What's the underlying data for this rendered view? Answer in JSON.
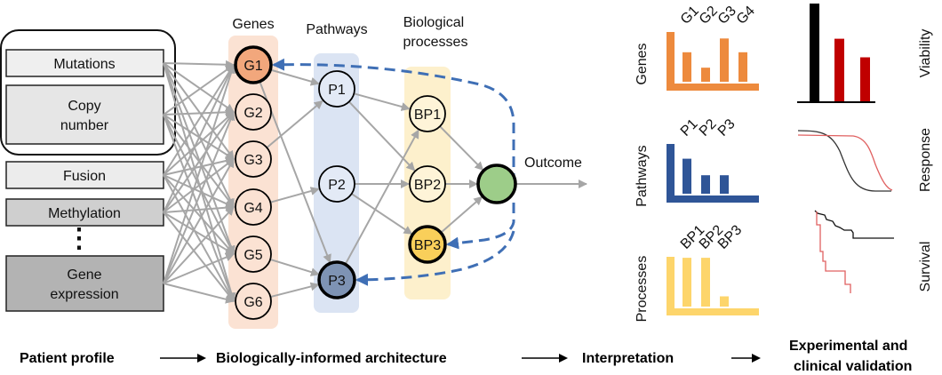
{
  "title": "Biologically-informed neural network workflow",
  "inputs": [
    {
      "id": "mutations",
      "label": [
        "Mutations"
      ],
      "fill": "#efefef"
    },
    {
      "id": "copy-number",
      "label": [
        "Copy",
        "number"
      ],
      "fill": "#e6e6e6"
    },
    {
      "id": "fusion",
      "label": [
        "Fusion"
      ],
      "fill": "#ececec"
    },
    {
      "id": "methylation",
      "label": [
        "Methylation"
      ],
      "fill": "#cfcfcf"
    },
    {
      "id": "gene-expression",
      "label": [
        "Gene",
        "expression"
      ],
      "fill": "#b3b3b3"
    }
  ],
  "ellipsis": "⋮",
  "columns": {
    "genes": {
      "header": [
        "Genes"
      ],
      "band_color": "#fbe2d3"
    },
    "pathways": {
      "header": [
        "Pathways"
      ],
      "band_color": "#dbe4f3"
    },
    "processes": {
      "header": [
        "Biological",
        "processes"
      ],
      "band_color": "#fdf0cc"
    }
  },
  "nodes": {
    "genes": [
      {
        "label": "G1",
        "fill": "#f2a77c",
        "highlight": true
      },
      {
        "label": "G2",
        "fill": "#fbe2d3",
        "highlight": false
      },
      {
        "label": "G3",
        "fill": "#fbe2d3",
        "highlight": false
      },
      {
        "label": "G4",
        "fill": "#fbe2d3",
        "highlight": false
      },
      {
        "label": "G5",
        "fill": "#fbe2d3",
        "highlight": false
      },
      {
        "label": "G6",
        "fill": "#fbe2d3",
        "highlight": false
      }
    ],
    "pathways": [
      {
        "label": "P1",
        "fill": "#e3eaf6",
        "highlight": false
      },
      {
        "label": "P2",
        "fill": "#e3eaf6",
        "highlight": false
      },
      {
        "label": "P3",
        "fill": "#7e93b4",
        "highlight": true
      }
    ],
    "processes": [
      {
        "label": "BP1",
        "fill": "#fef4d8",
        "highlight": false
      },
      {
        "label": "BP2",
        "fill": "#fef4d8",
        "highlight": false
      },
      {
        "label": "BP3",
        "fill": "#f9cf5a",
        "highlight": true
      }
    ],
    "outcome": {
      "label": "Outcome",
      "fill": "#9dcd89"
    }
  },
  "edges": {
    "gene_to_pathway": [
      [
        0,
        0
      ],
      [
        0,
        2
      ],
      [
        2,
        0
      ],
      [
        3,
        1
      ],
      [
        4,
        2
      ],
      [
        5,
        2
      ]
    ],
    "pathway_to_process": [
      [
        0,
        0
      ],
      [
        0,
        1
      ],
      [
        1,
        1
      ],
      [
        1,
        2
      ],
      [
        2,
        0
      ]
    ],
    "process_to_outcome": [
      0,
      1,
      2
    ]
  },
  "feedback_targets": [
    "G1",
    "BP3",
    "P3"
  ],
  "colors": {
    "edge": "#a6a6a6",
    "feedback": "#3f6fb5"
  },
  "interpretation": {
    "genes": {
      "axis_label": "Genes",
      "color": "#ed8a3d",
      "categories": [
        "G1",
        "G2",
        "G3",
        "G4"
      ],
      "values": [
        0.6,
        0.32,
        0.85,
        0.6
      ]
    },
    "pathways": {
      "axis_label": "Pathways",
      "color": "#2f5597",
      "categories": [
        "P1",
        "P2",
        "P3"
      ],
      "values": [
        0.7,
        0.4,
        0.4
      ]
    },
    "processes": {
      "axis_label": "Processes",
      "color": "#fdd56b",
      "categories": [
        "BP1",
        "BP2",
        "BP3"
      ],
      "values": [
        0.95,
        0.95,
        0.25
      ]
    }
  },
  "validation": {
    "viability": {
      "label": "Viability",
      "values": [
        1.0,
        0.64,
        0.45
      ],
      "colors": [
        "#000000",
        "#c00000",
        "#c00000"
      ]
    },
    "response": {
      "label": "Response",
      "colors": [
        "#333333",
        "#e06060"
      ]
    },
    "survival": {
      "label": "Survival",
      "colors": [
        "#111111",
        "#e06060"
      ]
    }
  },
  "stages": [
    "Patient profile",
    "Biologically-informed architecture",
    "Interpretation",
    "Experimental and",
    "clinical validation"
  ]
}
